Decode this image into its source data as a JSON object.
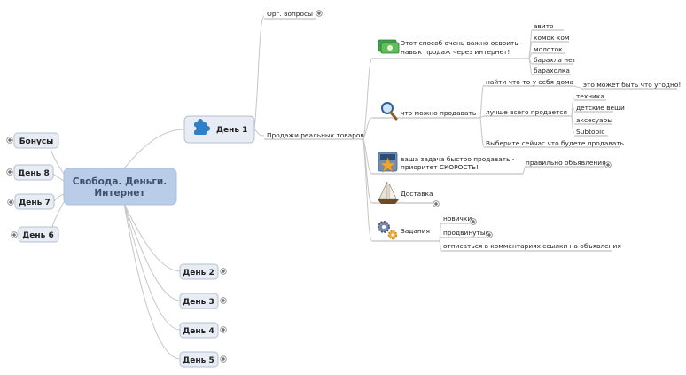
{
  "root": {
    "line1": "Свобода. Деньги.",
    "line2": "Интернет"
  },
  "left_topics": [
    "Бонусы",
    "День 8",
    "День 7",
    "День 6"
  ],
  "right_topics": [
    "День 1",
    "День 2",
    "День 3",
    "День 4",
    "День 5"
  ],
  "day1": {
    "org": "Орг. вопросы",
    "sales": "Продажи реальных товаров"
  },
  "skill": {
    "line1": "Этот способ очень важно освоить -",
    "line2": "навык продаж через интернет!",
    "items": [
      "авито",
      "комок ком",
      "молоток",
      "барахла нет",
      "барахолка"
    ]
  },
  "what": {
    "label": "что можно продавать",
    "find": "найти что-то у себя дома",
    "anything": "это может быть что угодно!",
    "best": "лучше всего продается",
    "best_items": [
      "техника",
      "детские вещи",
      "аксесуары",
      "Subtopic"
    ],
    "choose": "Выберите сейчас что будете продавать"
  },
  "task": {
    "line1": "ваша задача быстро продавать -",
    "line2": "приоритет СКОРОСТЬ!",
    "ads": "правильно объявления"
  },
  "delivery": "Доставка",
  "tasks": {
    "label": "Задания",
    "items": [
      "новички",
      "продвинутые",
      "отписаться в комментариях ссылки на объявления"
    ]
  },
  "icons": [
    "puzzle-icon",
    "money-icon",
    "magnifier-icon",
    "star-icon",
    "ship-icon",
    "gears-icon",
    "expand-plus-icon"
  ],
  "colors": {
    "root_fill": "#b9cde9",
    "topic_fill": "#e8edf5",
    "line": "#c6c6c6"
  }
}
